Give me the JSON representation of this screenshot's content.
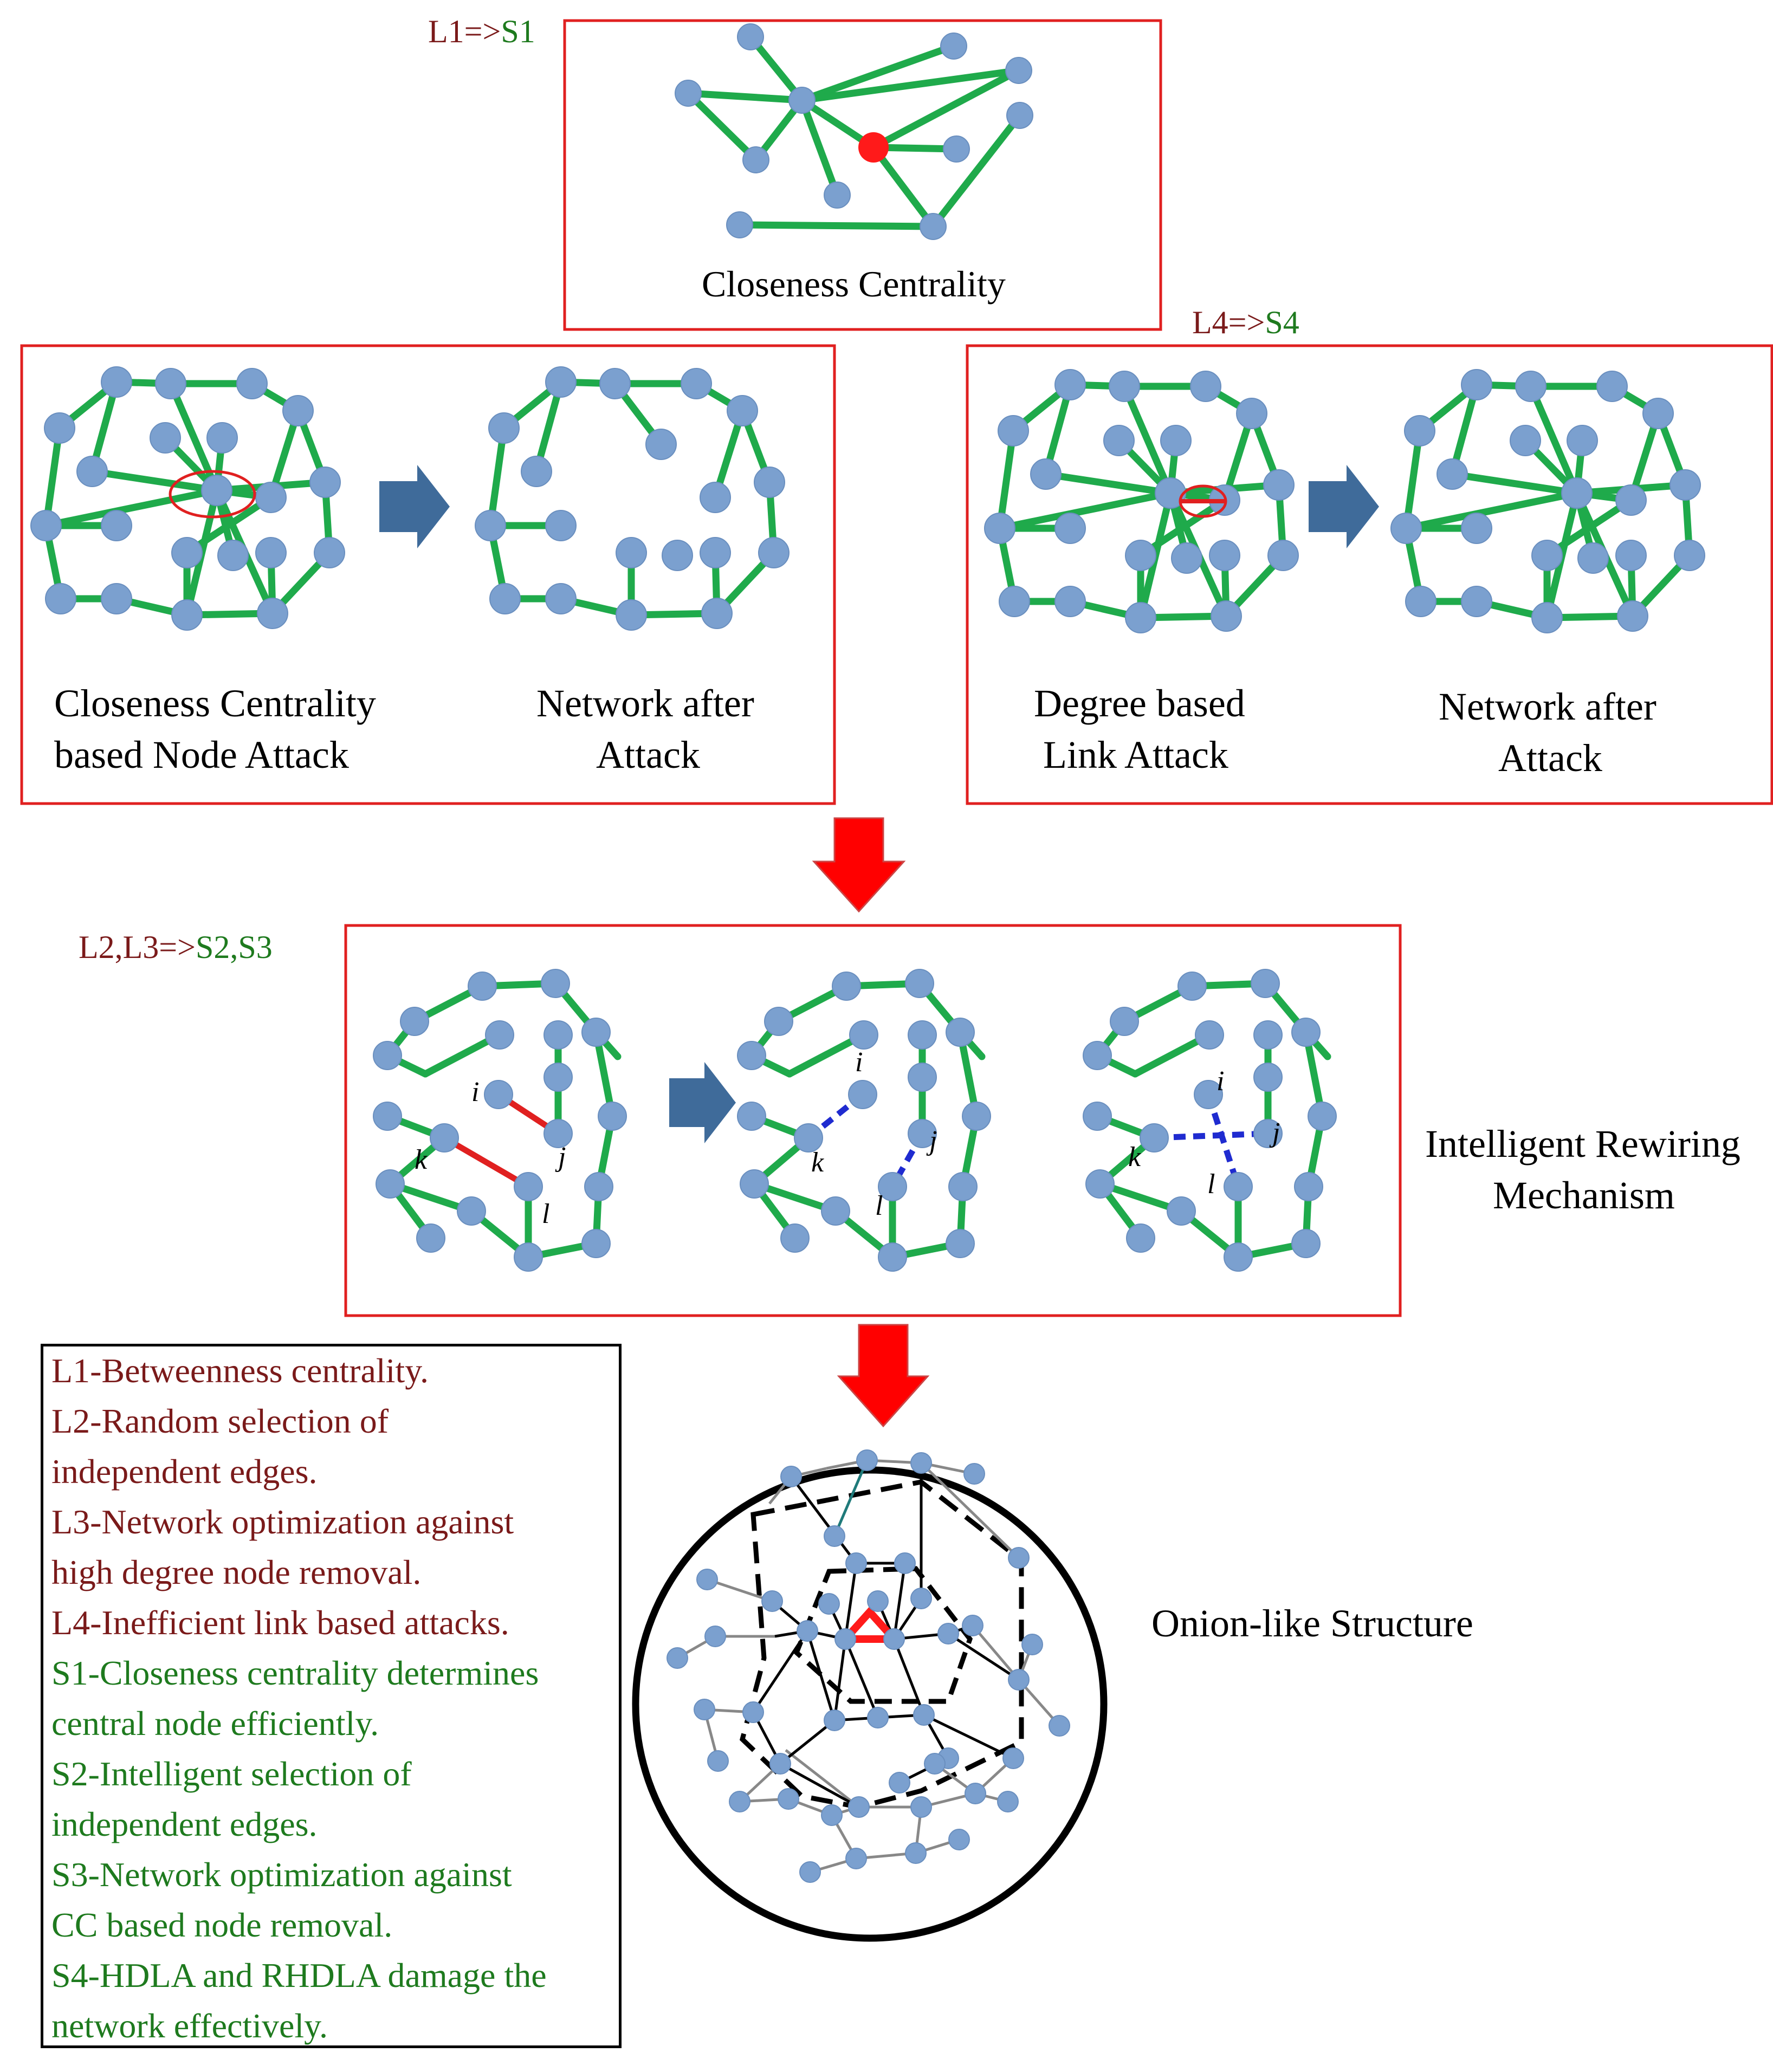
{
  "labels": {
    "tag_l1_a": "L1=>",
    "tag_l1_b": "S1",
    "tag_l4_a": "L4=>",
    "tag_l4_b": "S4",
    "tag_l23_a": "L2,L3=>",
    "tag_l23_b": "S2,S3",
    "closeness_centrality": "Closeness Centrality",
    "cc_attack_line1": "Closeness Centrality",
    "cc_attack_line2": "based Node Attack",
    "after1_line1": "Network after",
    "after1_line2": "Attack",
    "degree_line1": "Degree based",
    "degree_line2": "Link Attack",
    "after2_line1": "Network after",
    "after2_line2": "Attack",
    "rewiring_line1": "Intelligent Rewiring",
    "rewiring_line2": "Mechanism",
    "onion": "Onion-like Structure",
    "node_i": "i",
    "node_j": "j",
    "node_k": "k",
    "node_l": "l"
  },
  "legend": [
    {
      "text": "L1-Betweenness centrality.",
      "color": "#7a1a1a"
    },
    {
      "text": "L2-Random selection of",
      "color": "#7a1a1a"
    },
    {
      "text": "independent edges.",
      "color": "#7a1a1a"
    },
    {
      "text": "L3-Network optimization against",
      "color": "#7a1a1a"
    },
    {
      "text": "high degree node removal.",
      "color": "#7a1a1a"
    },
    {
      "text": "L4-Inefficient link based attacks.",
      "color": "#7a1a1a"
    },
    {
      "text": "S1-Closeness centrality determines",
      "color": "#1e7a1e"
    },
    {
      "text": "central node efficiently.",
      "color": "#1e7a1e"
    },
    {
      "text": "S2-Intelligent selection of",
      "color": "#1e7a1e"
    },
    {
      "text": "independent edges.",
      "color": "#1e7a1e"
    },
    {
      "text": "S3-Network optimization against",
      "color": "#1e7a1e"
    },
    {
      "text": "CC based node removal.",
      "color": "#1e7a1e"
    },
    {
      "text": "S4-HDLA and RHDLA damage the",
      "color": "#1e7a1e"
    },
    {
      "text": "network effectively.",
      "color": "#1e7a1e"
    }
  ],
  "colors": {
    "edge": "#1faa4b",
    "node": "#7ba0cf",
    "highlight": "#ff1a1a",
    "box": "#e02020",
    "arrow_blue": "#3f6b9a",
    "arrow_red": "#ff0000",
    "rewire": "#1f2bd0"
  }
}
